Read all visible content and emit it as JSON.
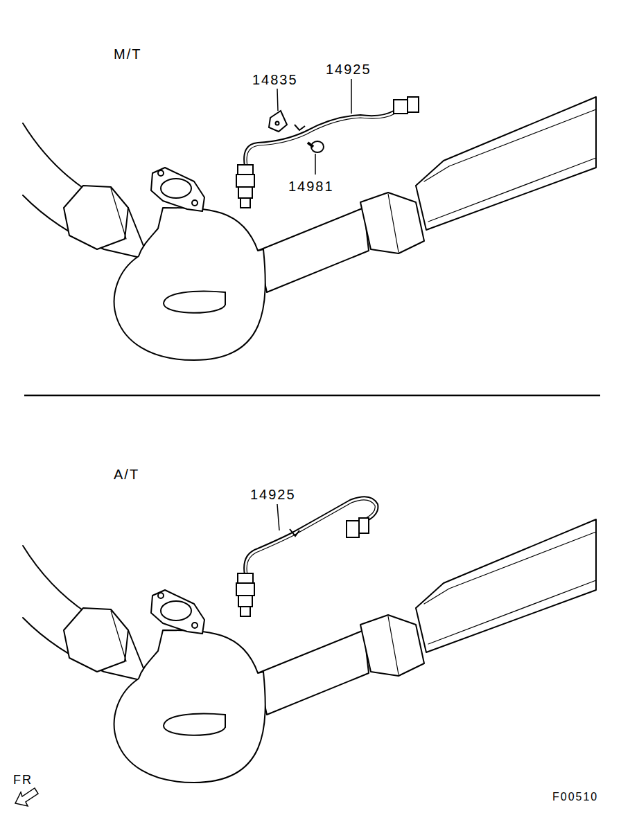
{
  "diagram": {
    "labels": [
      "M/T",
      "14835",
      "14925",
      "14981",
      "A/T",
      "14925",
      "FR",
      "F00510"
    ]
  }
}
